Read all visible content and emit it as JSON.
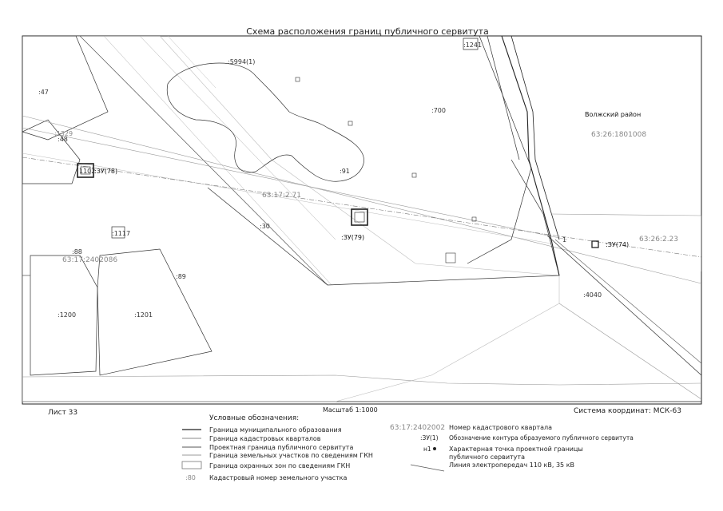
{
  "title": "Схема расположения границ публичного сервитута",
  "district": {
    "name": "Волжский район",
    "quarter": "63:26:1801008"
  },
  "quarter_labels": {
    "q_17_2_71": "63:17:2.71",
    "q_26_2_23": "63:26:2.23",
    "q_24020": "63:17:2402086"
  },
  "parcel_labels": {
    "p5994": ":5994(1)",
    "p1241": ":1241",
    "p47": ":47",
    "p48": ":48",
    "p1329": ":1329",
    "p700": ":700",
    "p91": ":91",
    "p30": ":30",
    "p1117": ":1117",
    "p88": ":88",
    "p89": ":89",
    "p1200": ":1200",
    "p1201": ":1201",
    "p4040": ":4040",
    "p1102": "1102",
    "pt11": "1"
  },
  "zones": {
    "z78": ":ЗУ(78)",
    "z79": ":ЗУ(79)",
    "z74": ":ЗУ(74)"
  },
  "footer": {
    "sheet": "Лист 33",
    "scale": "Масштаб 1:1000",
    "coords": "Система координат: МСК-63"
  },
  "legend": {
    "title": "Условные обозначения:",
    "items": [
      {
        "label": "Граница муниципального образования",
        "color": "#222222"
      },
      {
        "label": "Граница кадастровых кварталов",
        "color": "#8a8a8a"
      },
      {
        "label": "Проектная граница публичного сервитута",
        "color": "#555555"
      },
      {
        "label": "Граница земельных участков по сведениям ГКН",
        "color": "#9a9a9a"
      },
      {
        "label": "Граница охранных зон по сведениям ГКН",
        "color": "#777777"
      },
      {
        "label": "Кадастровый номер земельного участка",
        "sample": ":80"
      }
    ],
    "right_items": [
      {
        "sample": "63:17:2402002",
        "label": "Номер кадастрового квартала"
      },
      {
        "sample": ":ЗУ(1)",
        "label": "Обозначение контура образуемого публичного сервитута"
      },
      {
        "sample": "н1",
        "label": "Характерная точка проектной границы"
      },
      {
        "sample": "",
        "label": "публичного сервитута"
      },
      {
        "sample": "",
        "label": "Линия электропередач 110 кВ, 35 кВ"
      }
    ]
  }
}
